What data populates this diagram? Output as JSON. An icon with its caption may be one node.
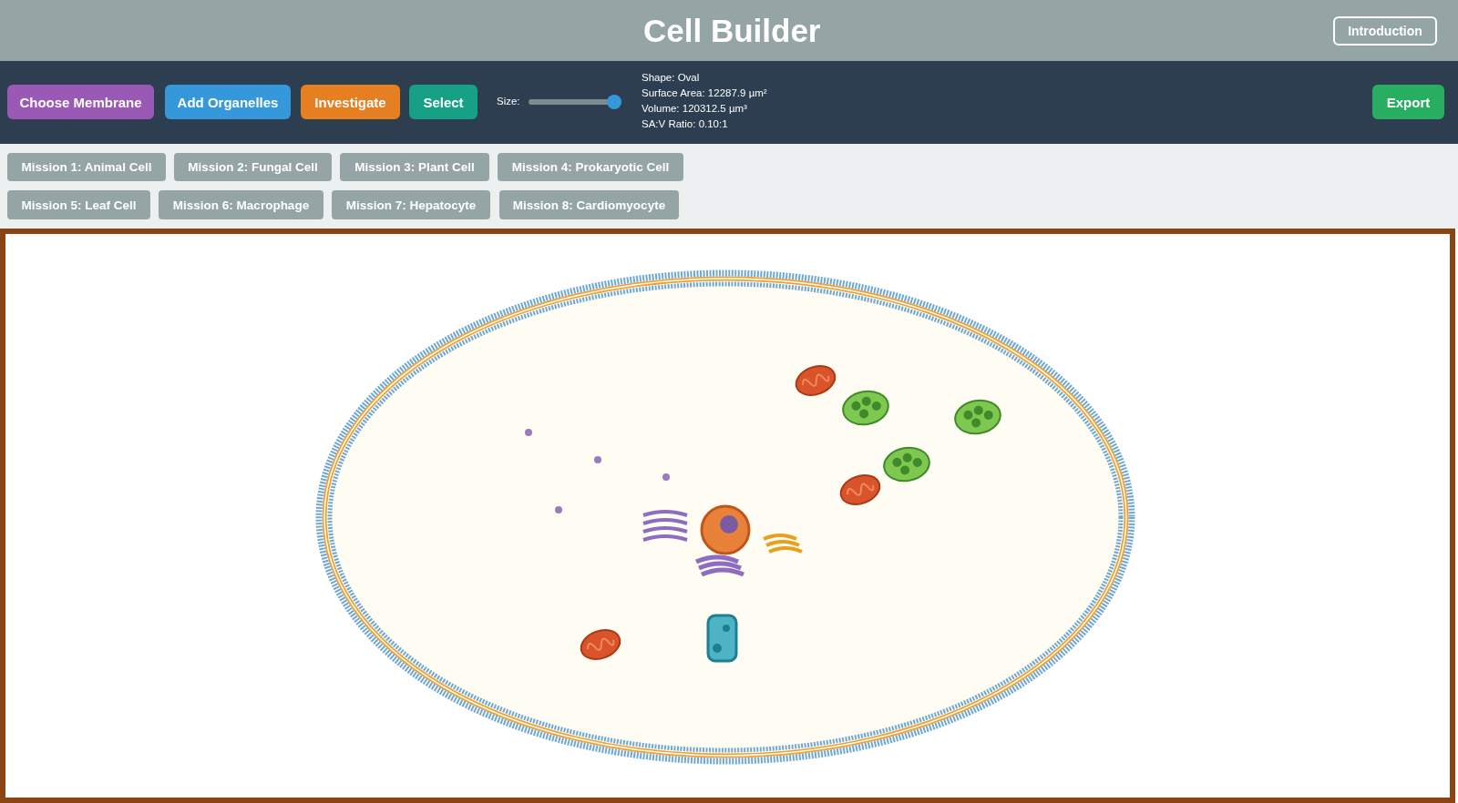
{
  "diagram": {
    "title": "Cell Builder",
    "labels": [
      "Introduction",
      "Choose Membrane",
      "Add Organelles",
      "Investigate",
      "Select",
      "Size:",
      "Shape: Oval",
      "Surface Area: 12287.9 µm²",
      "Volume: 120312.5 µm³",
      "SA:V Ratio: 0.10:1",
      "Export",
      "Mission 1: Animal Cell",
      "Mission 2: Fungal Cell",
      "Mission 3: Plant Cell",
      "Mission 4: Prokaryotic Cell",
      "Mission 5: Leaf Cell",
      "Mission 6: Macrophage",
      "Mission 7: Hepatocyte",
      "Mission 8: Cardiomyocyte"
    ]
  }
}
